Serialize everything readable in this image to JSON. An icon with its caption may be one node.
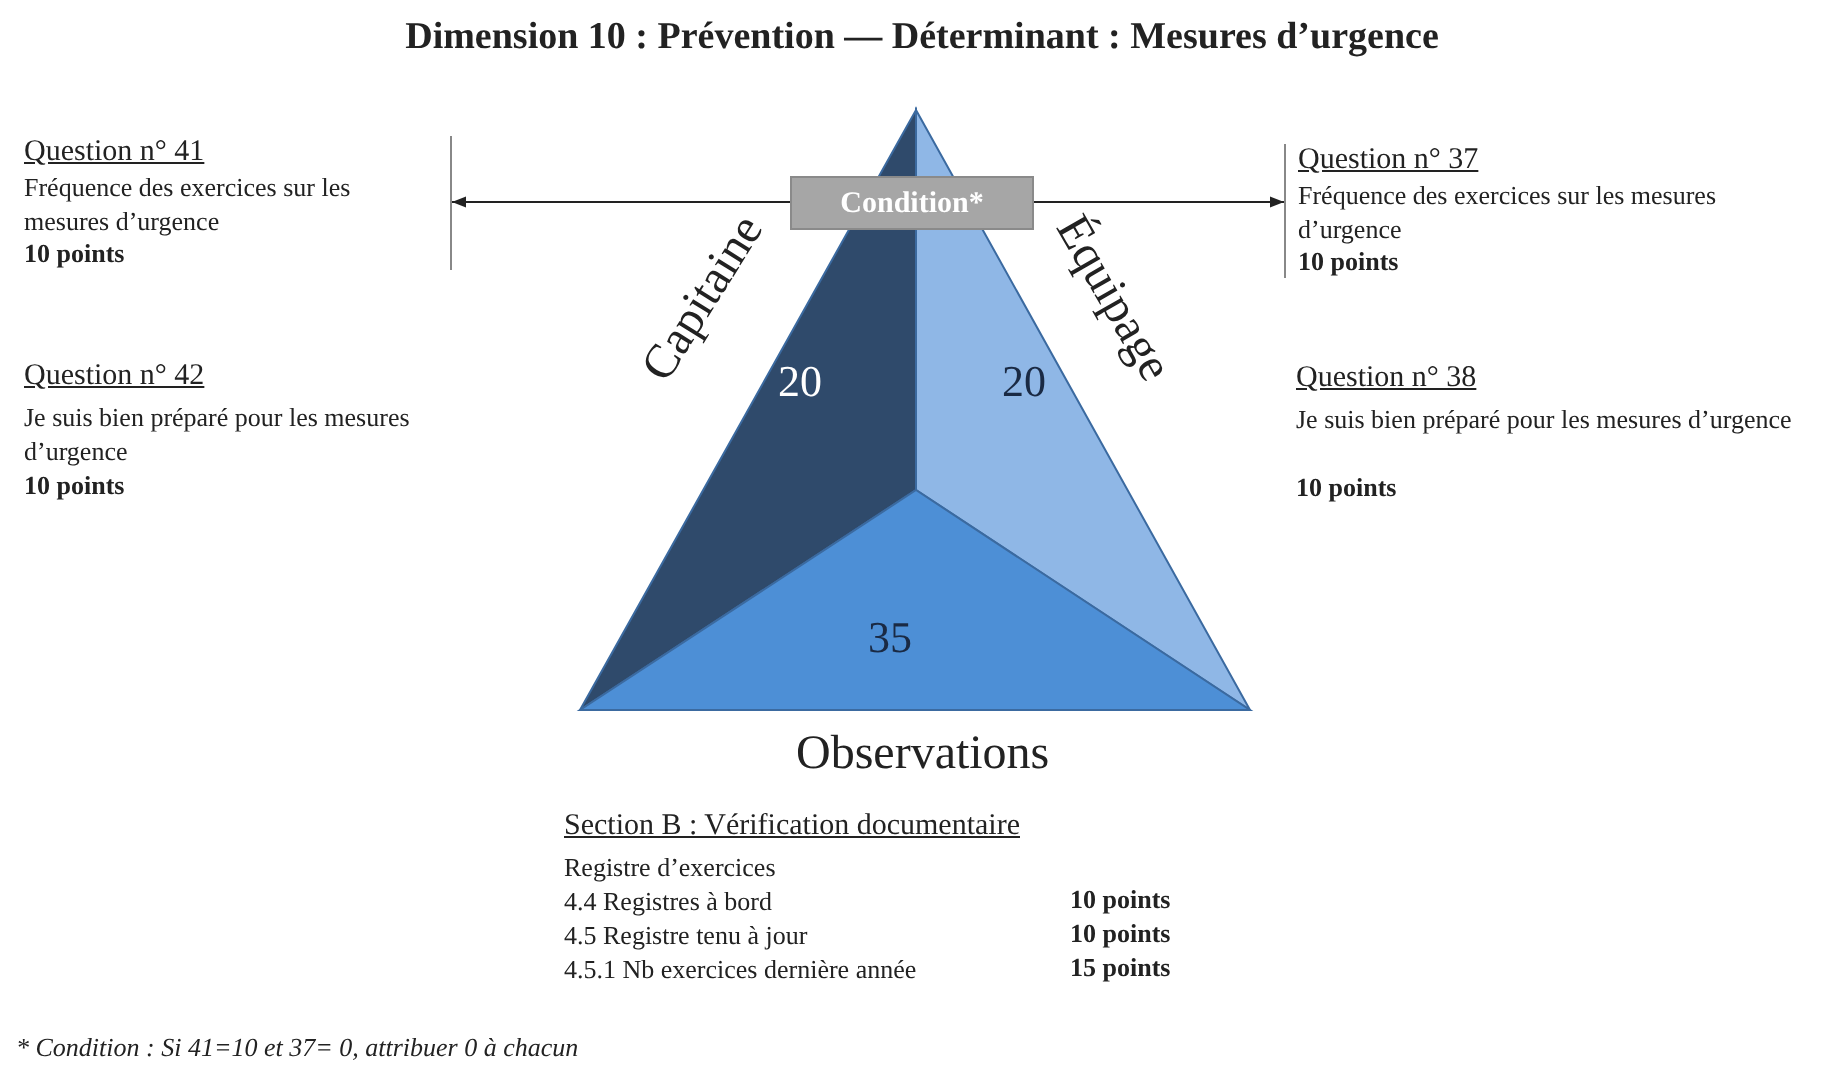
{
  "diagram": {
    "title": "Dimension 10 : Prévention — Déterminant : Mesures d’urgence",
    "nodes": [
      {
        "text": [
          "Question n° 41",
          "Fréquence des exercices sur les mesures d’urgence",
          "10 points"
        ]
      },
      {
        "text": [
          "Condition*"
        ]
      },
      {
        "text": [
          "Question n° 37",
          "Fréquence des exercices sur les mesures d’urgence",
          "10 points"
        ]
      },
      {
        "text": [
          "20"
        ],
        "beside": [
          "Capitaine"
        ]
      },
      {
        "text": [
          "20"
        ],
        "beside": [
          "Équipage"
        ]
      },
      {
        "text": [
          "35"
        ],
        "beside": [
          "Observations"
        ]
      }
    ],
    "edges": [
      {
        "from": 1,
        "to": 0,
        "arrow": "to"
      },
      {
        "from": 1,
        "to": 2,
        "arrow": "to"
      }
    ],
    "labels": [
      "Question n° 42",
      "Je suis bien préparé pour les mesures d’urgence",
      "10 points",
      "Question n° 38",
      "Je suis bien préparé pour les mesures d’urgence",
      "10 points",
      "Section B : Vérification documentaire",
      "Registre d’exercices",
      "4.4 Registres à bord",
      "10 points",
      "4.5 Registre tenu à jour",
      "10 points",
      "4.5.1 Nb exercices dernière année",
      "15 points",
      "* Condition : Si 41=10 et 37= 0, attribuer 0 à chacun"
    ]
  }
}
